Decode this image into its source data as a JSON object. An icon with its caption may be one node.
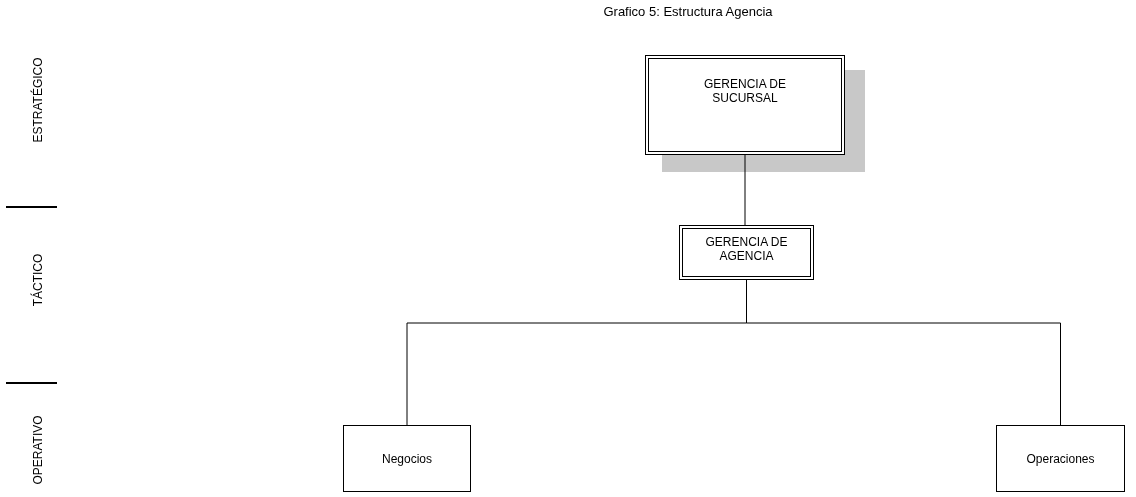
{
  "diagram": {
    "title": "Grafico 5: Estructura Agencia",
    "nodes": [
      {
        "text": [
          "GERENCIA DE SUCURSAL"
        ]
      },
      {
        "text": [
          "GERENCIA DE AGENCIA"
        ]
      },
      {
        "text": [
          "Negocios"
        ]
      },
      {
        "text": [
          "Operaciones"
        ]
      }
    ],
    "edges": [
      {
        "from": 0,
        "to": 1,
        "arrow": "none"
      },
      {
        "from": 1,
        "to": 2,
        "arrow": "none"
      },
      {
        "from": 1,
        "to": 3,
        "arrow": "none"
      }
    ],
    "labels": [
      "ESTRATÉGICO",
      "TÁCTICO",
      "OPERATIVO"
    ]
  }
}
